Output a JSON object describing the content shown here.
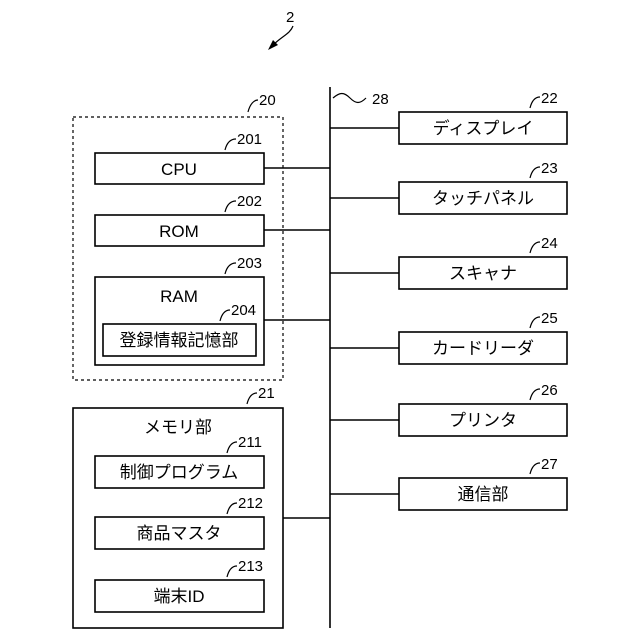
{
  "figure": {
    "system_ref": "2",
    "bus_ref": "28",
    "controller": {
      "ref": "20",
      "cpu": {
        "label": "CPU",
        "ref": "201"
      },
      "rom": {
        "label": "ROM",
        "ref": "202"
      },
      "ram": {
        "label": "RAM",
        "ref": "203"
      },
      "registration_storage": {
        "label": "登録情報記憶部",
        "ref": "204"
      }
    },
    "memory": {
      "label": "メモリ部",
      "ref": "21",
      "control_program": {
        "label": "制御プログラム",
        "ref": "211"
      },
      "product_master": {
        "label": "商品マスタ",
        "ref": "212"
      },
      "terminal_id": {
        "label": "端末ID",
        "ref": "213"
      }
    },
    "peripherals": [
      {
        "label": "ディスプレイ",
        "ref": "22"
      },
      {
        "label": "タッチパネル",
        "ref": "23"
      },
      {
        "label": "スキャナ",
        "ref": "24"
      },
      {
        "label": "カードリーダ",
        "ref": "25"
      },
      {
        "label": "プリンタ",
        "ref": "26"
      },
      {
        "label": "通信部",
        "ref": "27"
      }
    ]
  }
}
